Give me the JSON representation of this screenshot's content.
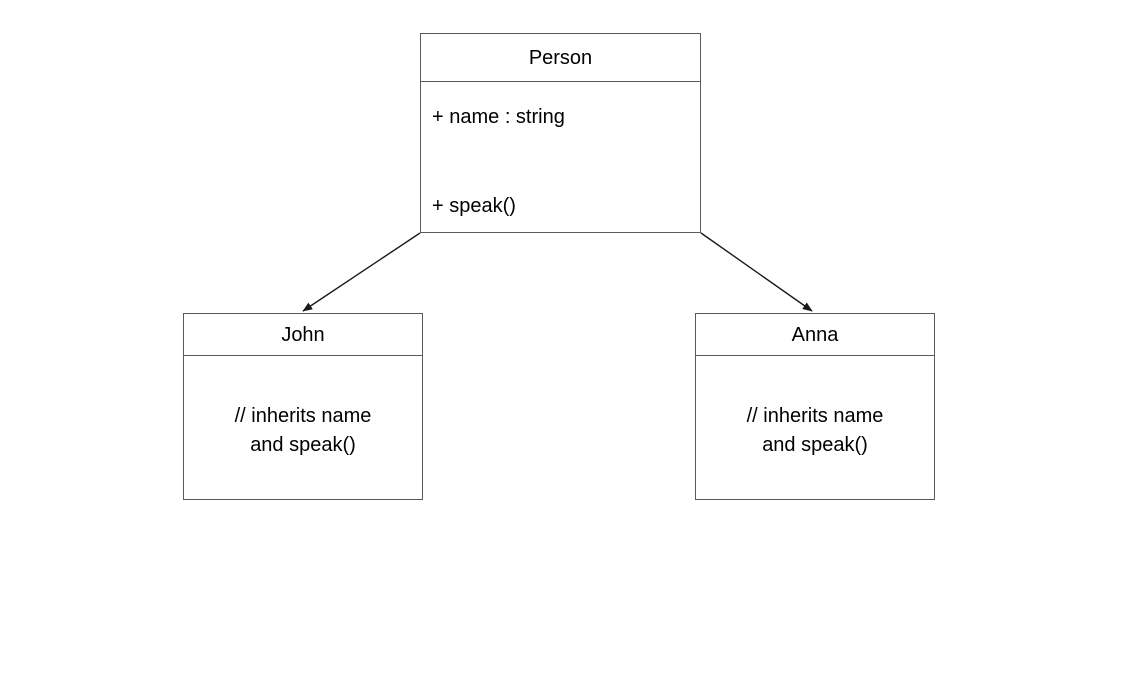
{
  "diagram": {
    "type": "uml-class-diagram",
    "background_color": "#ffffff",
    "stroke_color": "#5a5a5a",
    "edge_color": "#1a1a1a",
    "text_color": "#000000",
    "classes": [
      {
        "id": "person",
        "name": "Person",
        "attributes": [
          "+ name : string"
        ],
        "methods": [
          "+ speak()"
        ]
      },
      {
        "id": "john",
        "name": "John",
        "note_lines": [
          "// inherits name",
          "and speak()"
        ]
      },
      {
        "id": "anna",
        "name": "Anna",
        "note_lines": [
          "// inherits name",
          "and speak()"
        ]
      }
    ],
    "edges": [
      {
        "id": "person-to-john",
        "from": "person",
        "to": "john",
        "arrow": "filled-triangle",
        "style": "solid"
      },
      {
        "id": "person-to-anna",
        "from": "person",
        "to": "anna",
        "arrow": "filled-triangle",
        "style": "solid"
      }
    ]
  }
}
